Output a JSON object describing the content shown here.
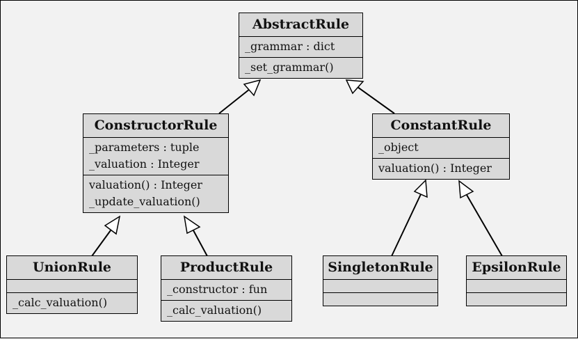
{
  "classes": {
    "abstract_rule": {
      "name": "AbstractRule",
      "attributes": [
        "_grammar : dict"
      ],
      "methods": [
        "_set_grammar()"
      ]
    },
    "constructor_rule": {
      "name": "ConstructorRule",
      "attributes": [
        "_parameters : tuple",
        "_valuation : Integer"
      ],
      "methods": [
        "valuation() : Integer",
        "_update_valuation()"
      ]
    },
    "constant_rule": {
      "name": "ConstantRule",
      "attributes": [
        "_object"
      ],
      "methods": [
        "valuation() : Integer"
      ]
    },
    "union_rule": {
      "name": "UnionRule",
      "attributes": [],
      "methods": [
        "_calc_valuation()"
      ]
    },
    "product_rule": {
      "name": "ProductRule",
      "attributes": [
        "_constructor : fun"
      ],
      "methods": [
        "_calc_valuation()"
      ]
    },
    "singleton_rule": {
      "name": "SingletonRule",
      "attributes": [],
      "methods": []
    },
    "epsilon_rule": {
      "name": "EpsilonRule",
      "attributes": [],
      "methods": []
    }
  },
  "inheritance": [
    {
      "child": "constructor_rule",
      "parent": "abstract_rule"
    },
    {
      "child": "constant_rule",
      "parent": "abstract_rule"
    },
    {
      "child": "union_rule",
      "parent": "constructor_rule"
    },
    {
      "child": "product_rule",
      "parent": "constructor_rule"
    },
    {
      "child": "singleton_rule",
      "parent": "constant_rule"
    },
    {
      "child": "epsilon_rule",
      "parent": "constant_rule"
    }
  ]
}
